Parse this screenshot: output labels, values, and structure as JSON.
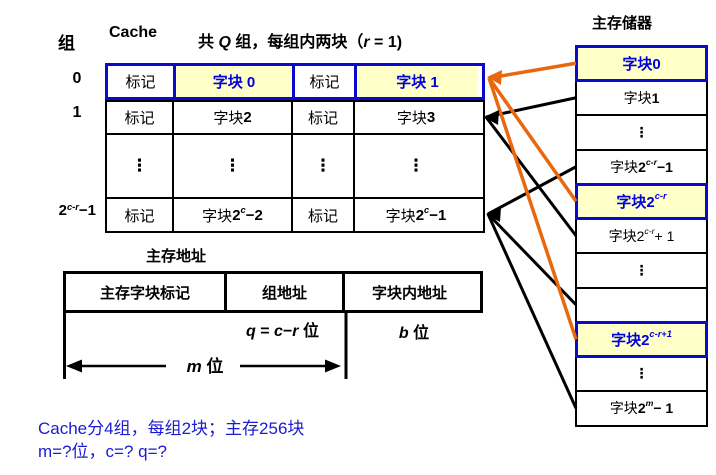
{
  "labels": {
    "group": "组",
    "cache": "Cache",
    "memory_title": "主存储器",
    "address_title": "主存地址",
    "bottom_line1": "Cache分4组，每组2块；主存256块",
    "bottom_line2": "m=?位，c=? q=?"
  },
  "title_parts": [
    {
      "t": "共 ",
      "b": 1
    },
    {
      "t": "Q",
      "b": 1,
      "i": 1
    },
    {
      "t": " 组，每组内两块（",
      "b": 1
    },
    {
      "t": "r",
      "b": 1,
      "i": 1
    },
    {
      "t": " = 1)",
      "b": 1
    }
  ],
  "cache_table": {
    "row_labels": [
      [
        {
          "t": "0",
          "b": 1
        }
      ],
      [
        {
          "t": "1",
          "b": 1
        }
      ],
      [],
      [
        {
          "t": "2",
          "b": 1
        },
        {
          "t": "c-r",
          "b": 1,
          "i": 1,
          "s": 1
        },
        {
          "t": "−1",
          "b": 1
        }
      ]
    ],
    "rows": [
      {
        "style": "highlight",
        "cells": [
          {
            "kind": "tag",
            "parts": [
              {
                "t": "标记"
              }
            ]
          },
          {
            "kind": "block",
            "bg": "yellow",
            "parts": [
              {
                "t": "字块 0",
                "b": 1
              }
            ]
          },
          {
            "kind": "tag",
            "parts": [
              {
                "t": "标记"
              }
            ]
          },
          {
            "kind": "block",
            "bg": "yellow",
            "parts": [
              {
                "t": "字块 1",
                "b": 1
              }
            ]
          }
        ]
      },
      {
        "style": "normal",
        "cells": [
          {
            "kind": "tag",
            "parts": [
              {
                "t": "标记"
              }
            ]
          },
          {
            "kind": "block",
            "parts": [
              {
                "t": "字块 "
              },
              {
                "t": "2",
                "b": 1
              }
            ]
          },
          {
            "kind": "tag",
            "parts": [
              {
                "t": "标记"
              }
            ]
          },
          {
            "kind": "block",
            "parts": [
              {
                "t": "字块 "
              },
              {
                "t": "3",
                "b": 1
              }
            ]
          }
        ]
      },
      {
        "style": "dots",
        "cells": [
          {
            "kind": "dots",
            "parts": [
              {
                "t": "⋮",
                "b": 1
              }
            ]
          },
          {
            "kind": "dots",
            "parts": [
              {
                "t": "⋮",
                "b": 1
              }
            ]
          },
          {
            "kind": "dots",
            "parts": [
              {
                "t": "⋮",
                "b": 1
              }
            ]
          },
          {
            "kind": "dots",
            "parts": [
              {
                "t": "⋮",
                "b": 1
              }
            ]
          }
        ]
      },
      {
        "style": "normal",
        "cells": [
          {
            "kind": "tag",
            "parts": [
              {
                "t": "标记"
              }
            ]
          },
          {
            "kind": "block",
            "parts": [
              {
                "t": "字块 "
              },
              {
                "t": "2",
                "b": 1
              },
              {
                "t": "c",
                "b": 1,
                "i": 1,
                "s": 1
              },
              {
                "t": "−2",
                "b": 1
              }
            ]
          },
          {
            "kind": "tag",
            "parts": [
              {
                "t": "标记"
              }
            ]
          },
          {
            "kind": "block",
            "parts": [
              {
                "t": "字块 "
              },
              {
                "t": "2",
                "b": 1
              },
              {
                "t": "c",
                "b": 1,
                "i": 1,
                "s": 1
              },
              {
                "t": "−1",
                "b": 1
              }
            ]
          }
        ]
      }
    ]
  },
  "address": {
    "cells": [
      "主存字块标记",
      "组地址",
      "字块内地址"
    ],
    "q_parts": [
      {
        "t": "q",
        "b": 1,
        "i": 1
      },
      {
        "t": " = ",
        "b": 1
      },
      {
        "t": "c",
        "b": 1,
        "i": 1
      },
      {
        "t": "−",
        "b": 1
      },
      {
        "t": "r",
        "b": 1,
        "i": 1
      },
      {
        "t": " 位",
        "b": 1
      }
    ],
    "b_parts": [
      {
        "t": "b",
        "b": 1,
        "i": 1
      },
      {
        "t": " 位",
        "b": 1
      }
    ],
    "m_parts": [
      {
        "t": "m",
        "b": 1,
        "i": 1
      },
      {
        "t": " 位",
        "b": 1
      }
    ]
  },
  "memory": {
    "cells": [
      {
        "hl": 1,
        "parts": [
          {
            "t": "字块0",
            "b": 1
          }
        ]
      },
      {
        "parts": [
          {
            "t": "字块"
          },
          {
            "t": "1",
            "b": 1
          }
        ]
      },
      {
        "dots": 1,
        "parts": [
          {
            "t": "⋮",
            "b": 1
          }
        ]
      },
      {
        "parts": [
          {
            "t": "字块"
          },
          {
            "t": "2",
            "b": 1
          },
          {
            "t": "c-r",
            "b": 1,
            "i": 1,
            "s": 1
          },
          {
            "t": " −1",
            "b": 1
          }
        ]
      },
      {
        "hl": 1,
        "parts": [
          {
            "t": "字块2",
            "b": 1
          },
          {
            "t": "c-r",
            "b": 1,
            "i": 1,
            "s": 1
          }
        ]
      },
      {
        "parts": [
          {
            "t": "字块2"
          },
          {
            "t": "c-r",
            "i": 1,
            "s": 1
          },
          {
            "t": " + 1"
          }
        ]
      },
      {
        "dots": 1,
        "parts": [
          {
            "t": "⋮",
            "b": 1
          }
        ]
      },
      {
        "empty": 1,
        "parts": []
      },
      {
        "hl": 1,
        "parts": [
          {
            "t": "字块2",
            "b": 1
          },
          {
            "t": "c-r+1",
            "b": 1,
            "i": 1,
            "s": 1
          }
        ]
      },
      {
        "dots": 1,
        "parts": [
          {
            "t": "⋮",
            "b": 1
          }
        ]
      },
      {
        "parts": [
          {
            "t": "字块"
          },
          {
            "t": "2",
            "b": 1
          },
          {
            "t": "m",
            "b": 1,
            "i": 1,
            "s": 1
          },
          {
            "t": " − 1",
            "b": 1
          }
        ]
      }
    ]
  },
  "connections": [
    {
      "set": 0,
      "block": 0,
      "color": "orange"
    },
    {
      "set": 0,
      "block": 4,
      "color": "orange"
    },
    {
      "set": 0,
      "block": 8,
      "color": "orange"
    },
    {
      "set": 1,
      "block": 1,
      "color": "black"
    },
    {
      "set": 1,
      "block": 5,
      "color": "black"
    },
    {
      "set": 3,
      "block": 3,
      "color": "black"
    },
    {
      "set": 3,
      "block": 7,
      "color": "black"
    },
    {
      "set": 3,
      "block": 10,
      "color": "black"
    }
  ],
  "colors": {
    "accent_blue": "#0a0acc",
    "highlight_yellow": "#ffffc8",
    "block_text_blue": "#0000dd",
    "line_orange": "#e8680f",
    "line_black": "#000000",
    "note_blue": "#1b1bd1"
  }
}
